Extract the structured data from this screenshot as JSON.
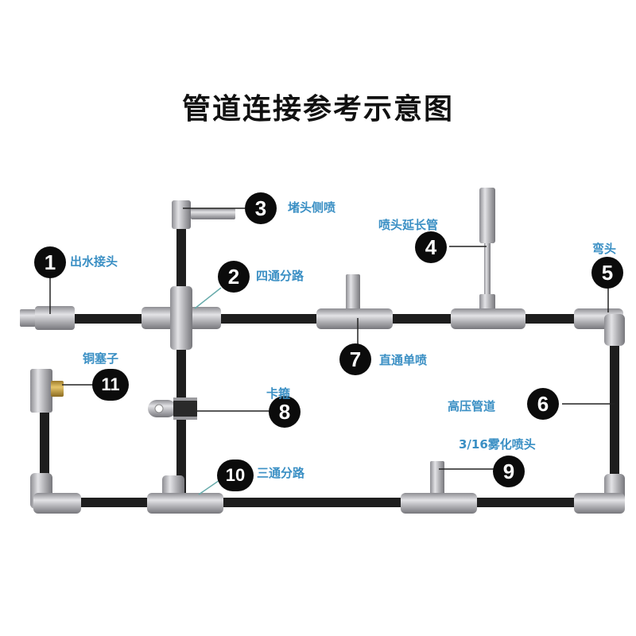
{
  "title": "管道连接参考示意图",
  "colors": {
    "label": "#3a8fc4",
    "badge": "#0b0b0b",
    "pipe": "#1e1e1e",
    "fitting": "#b5b5b8",
    "brass": "#c9a44a"
  },
  "components": [
    {
      "number": "1",
      "label": "出水接头"
    },
    {
      "number": "2",
      "label": "四通分路"
    },
    {
      "number": "3",
      "label": "堵头侧喷"
    },
    {
      "number": "4",
      "label": "喷头延长管"
    },
    {
      "number": "5",
      "label": "弯头"
    },
    {
      "number": "6",
      "label": "高压管道"
    },
    {
      "number": "7",
      "label": "直通单喷"
    },
    {
      "number": "8",
      "label": "卡箍"
    },
    {
      "number": "9",
      "label": "3/16雾化喷头"
    },
    {
      "number": "10",
      "label": "三通分路"
    },
    {
      "number": "11",
      "label": "铜塞子"
    }
  ]
}
